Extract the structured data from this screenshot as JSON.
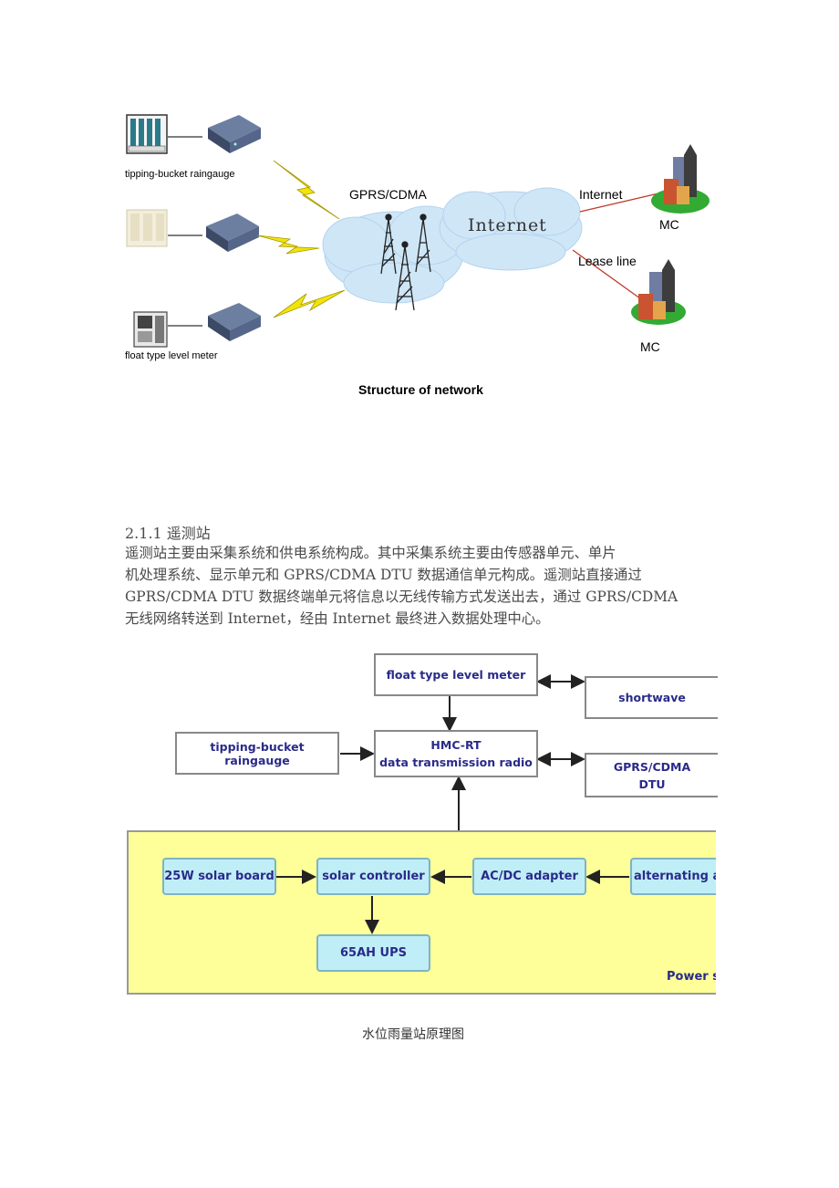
{
  "figure1": {
    "device_labels": {
      "raingauge": "tipping-bucket raingauge",
      "level_meter": "float type level meter"
    },
    "network_label": "GPRS/CDMA",
    "cloud_text": "Internet",
    "links": {
      "internet": "Internet",
      "lease_line": "Lease line"
    },
    "mc_labels": [
      "MC",
      "MC"
    ],
    "caption": "Structure of network",
    "colors": {
      "cloud": "#cfe6f7",
      "lightning": "#f2e30c",
      "link_line": "#c0392b",
      "grass": "#33aa33"
    }
  },
  "section": {
    "heading": "2.1.1 遥测站",
    "lines": [
      "遥测站主要由采集系统和供电系统构成。其中采集系统主要由传感器单元、单片",
      "机处理系统、显示单元和 GPRS/CDMA DTU 数据通信单元构成。遥测站直接通过",
      "GPRS/CDMA DTU 数据终端单元将信息以无线传输方式发送出去，通过 GPRS/CDMA",
      "无线网络转送到 Internet，经由 Internet 最终进入数据处理中心。"
    ]
  },
  "figure2": {
    "boxes": {
      "float_meter": "float type level meter",
      "shortwave": "shortwave",
      "raingauge": "tipping-bucket raingauge",
      "hmc_line1": "HMC-RT",
      "hmc_line2": "data transmission radio",
      "gprs_line1": "GPRS/CDMA",
      "gprs_line2": "DTU"
    },
    "power": {
      "solar_board": "25W solar board",
      "controller": "solar controller",
      "adapter": "AC/DC adapter",
      "alternating": "alternating ar",
      "ups": "65AH UPS",
      "label": "Power sy"
    },
    "colors": {
      "panel": "#ffff99",
      "box_fill": "#bfeef6",
      "text": "#2a2a8a"
    },
    "caption": "水位雨量站原理图"
  }
}
